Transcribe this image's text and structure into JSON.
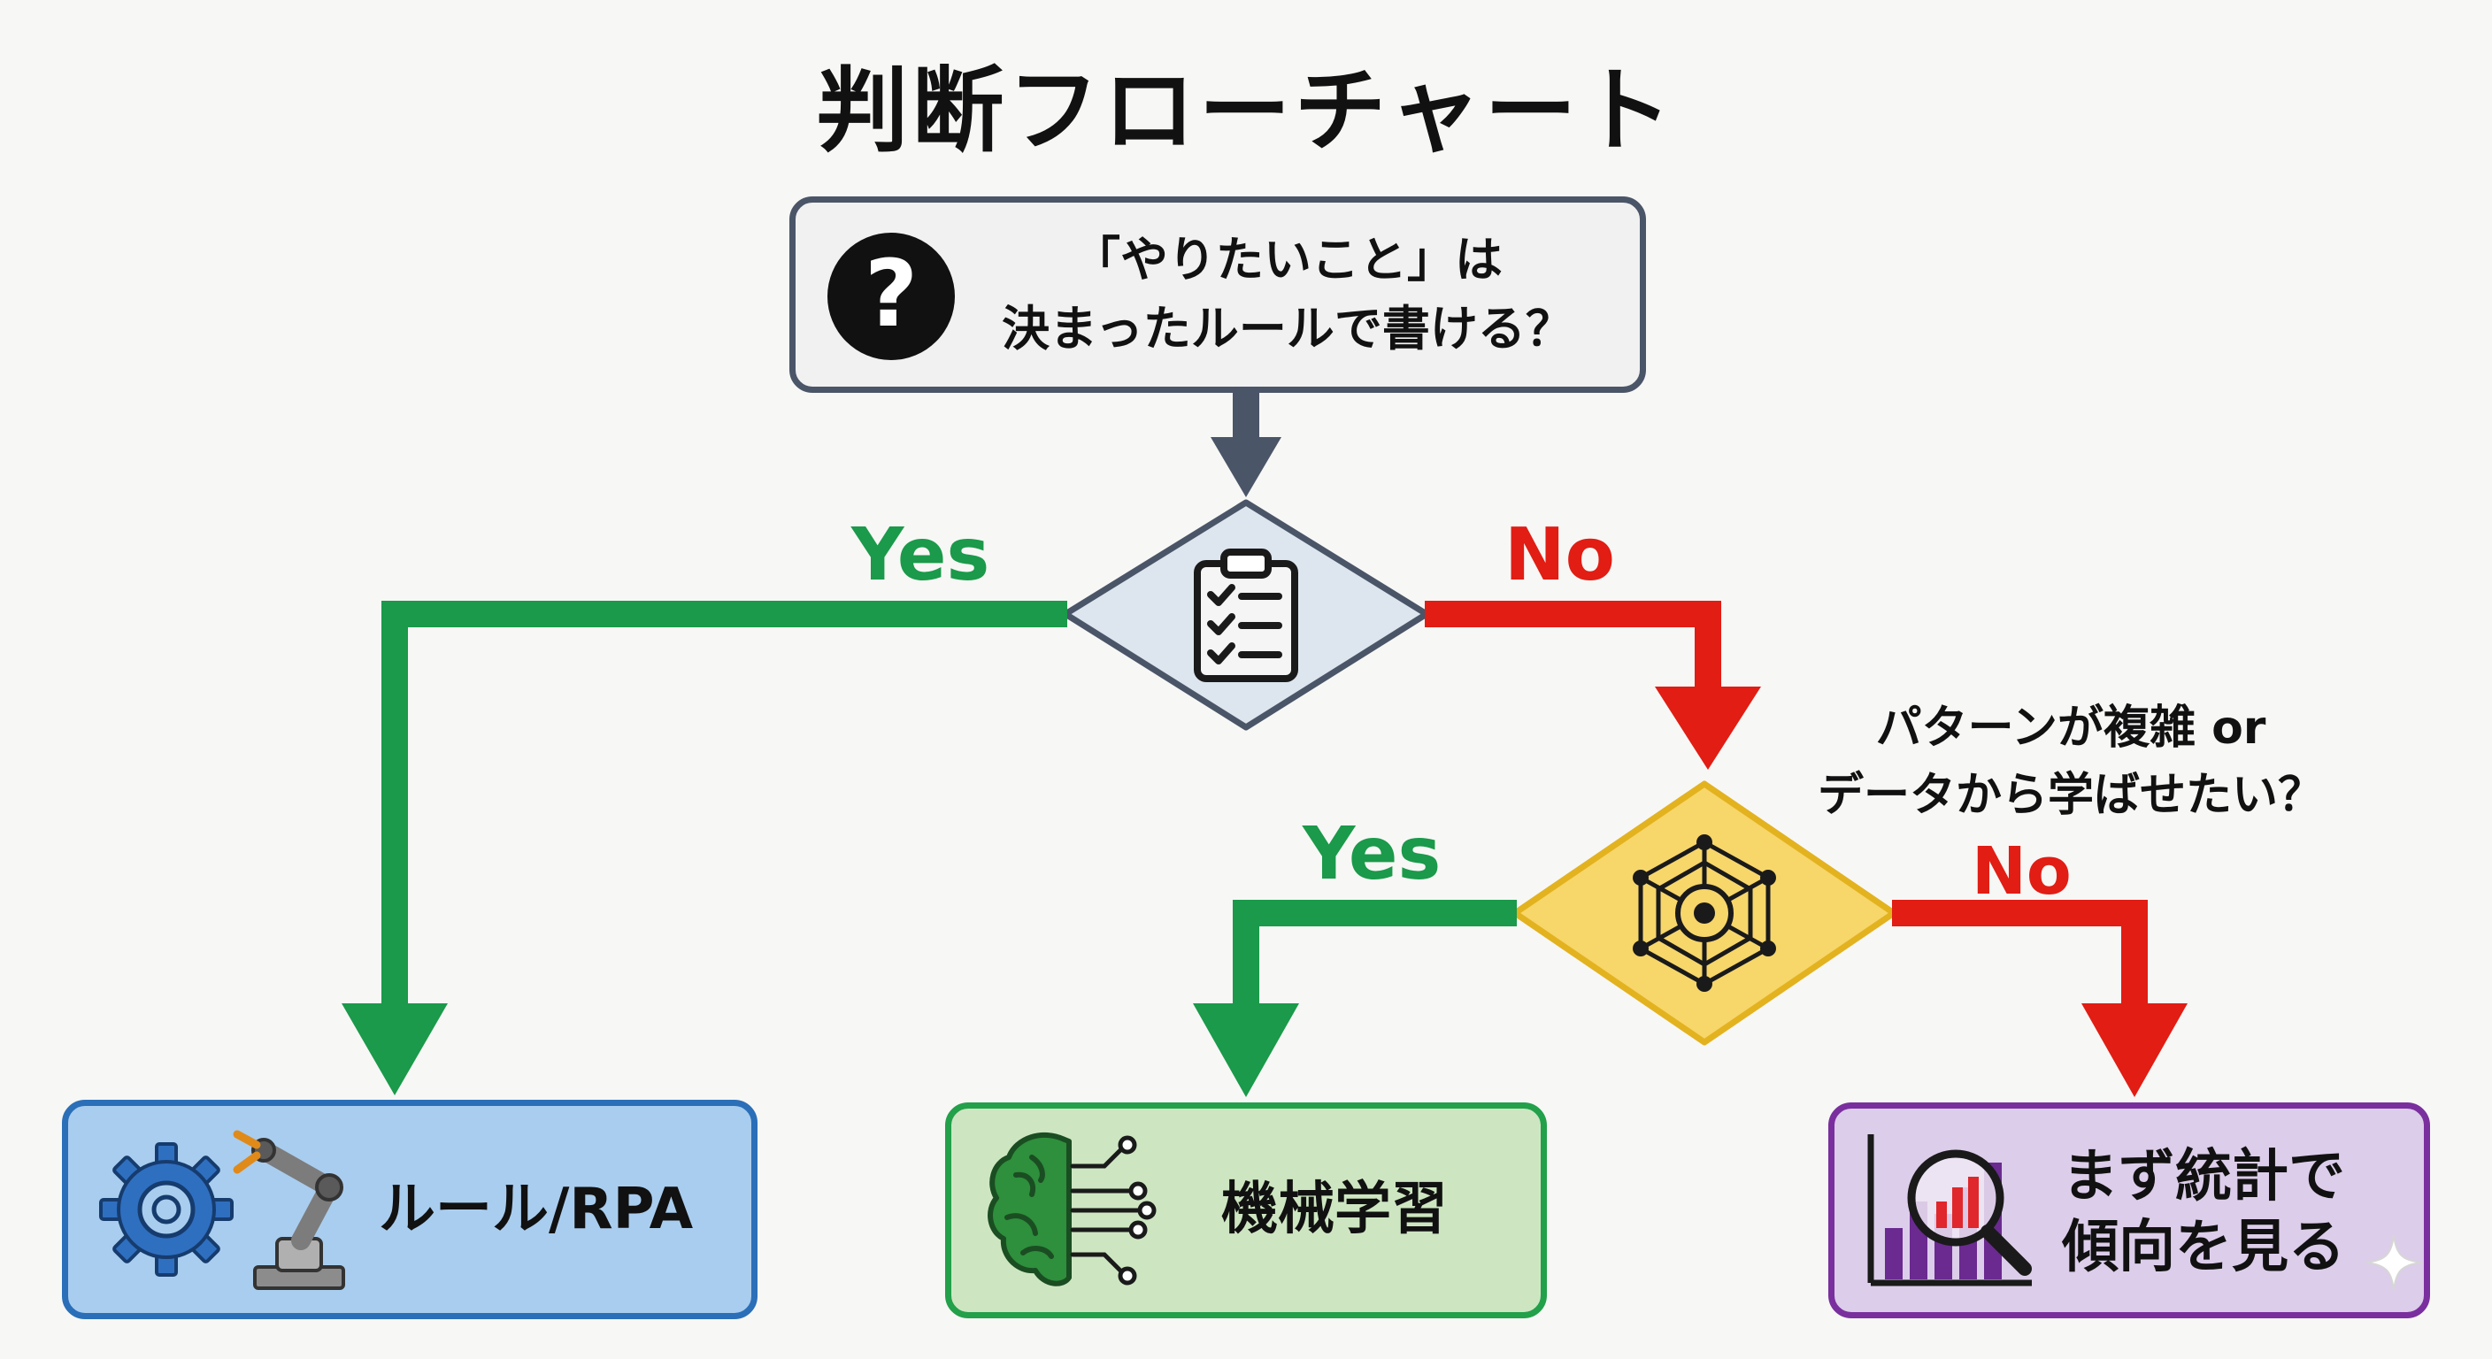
{
  "title": "判断フローチャート",
  "question1": {
    "lines": [
      "「やりたいこと」は",
      "決まったルールで書ける？"
    ],
    "icon": "question-icon"
  },
  "decision1": {
    "icon": "clipboard-checklist-icon",
    "yes_label": "Yes",
    "no_label": "No"
  },
  "question2": {
    "lines": [
      "パターンが複雑 or",
      "データから学ばせたい？"
    ]
  },
  "decision2": {
    "icon": "neural-network-icon",
    "yes_label": "Yes",
    "no_label": "No"
  },
  "outcomes": {
    "rule": {
      "label": "ルール/RPA",
      "icon": "gear-robot-arm-icon"
    },
    "ml": {
      "label": "機械学習",
      "icon": "brain-circuit-icon"
    },
    "stats": {
      "lines": [
        "まず統計で",
        "傾向を見る"
      ],
      "icon": "magnifier-chart-icon"
    }
  },
  "colors": {
    "yes": "#1a9a4a",
    "no": "#e11d14",
    "down_arrow": "#4a5568",
    "decision1_fill": "#dde6ee",
    "decision2_fill": "#f7d66a",
    "rule_fill": "#a9cdee",
    "ml_fill": "#cde6c1",
    "stats_fill": "#dccdea"
  }
}
